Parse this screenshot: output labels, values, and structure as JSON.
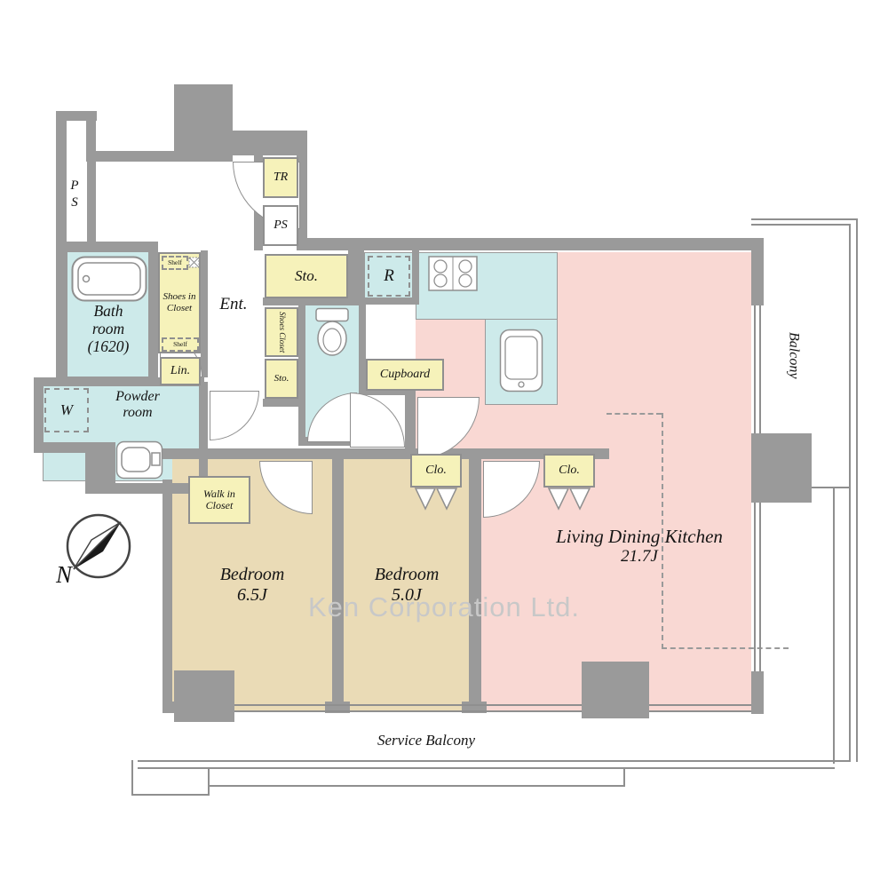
{
  "watermark": "Ken Corporation Ltd.",
  "compass": {
    "north_label": "N"
  },
  "balconies": {
    "right": "Balcony",
    "bottom": "Service Balcony"
  },
  "rooms": {
    "ps_shaft": {
      "label": "PS"
    },
    "trunk": {
      "label": "TR"
    },
    "ps_upper": {
      "label": "PS"
    },
    "bath": {
      "lines": [
        "Bath",
        "room",
        "(1620)"
      ]
    },
    "powder": {
      "lines": [
        "Powder",
        "room"
      ]
    },
    "washer": {
      "label": "W"
    },
    "shoes_in_closet": {
      "lines": [
        "Shoes in",
        "Closet"
      ],
      "shelf_top": "Shelf",
      "shelf_bottom": "Shelf"
    },
    "linen": {
      "label": "Lin."
    },
    "entrance": {
      "label": "Ent."
    },
    "storage_large": {
      "label": "Sto."
    },
    "shoes_closet_strip": {
      "label": "Shoes Closet"
    },
    "storage_small": {
      "label": "Sto."
    },
    "refrigerator": {
      "label": "R"
    },
    "cupboard": {
      "label": "Cupboard"
    },
    "closet_1": {
      "label": "Clo."
    },
    "closet_2": {
      "label": "Clo."
    },
    "walk_in_closet": {
      "lines": [
        "Walk in",
        "Closet"
      ]
    },
    "bedroom_1": {
      "lines": [
        "Bedroom",
        "6.5J"
      ]
    },
    "bedroom_2": {
      "lines": [
        "Bedroom",
        "5.0J"
      ]
    },
    "ldk": {
      "lines": [
        "Living Dining Kitchen",
        "21.7J"
      ]
    }
  },
  "colors": {
    "wall": "#9a9a9a",
    "wet_area": "#cdeaea",
    "bedroom": "#eadbb6",
    "ldk": "#f9d8d3",
    "label_box": "#f6f2ba",
    "watermark": "#c8c8c8"
  }
}
